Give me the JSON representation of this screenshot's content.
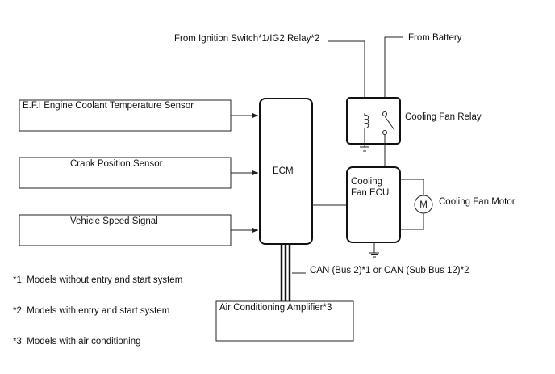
{
  "labels": {
    "ign": "From Ignition Switch*1/IG2 Relay*2",
    "battery": "From Battery",
    "sensor_coolant": "E.F.I Engine Coolant Temperature Sensor",
    "sensor_crank": "Crank Position Sensor",
    "sensor_speed": "Vehicle Speed Signal",
    "ecm": "ECM",
    "relay": "Cooling Fan Relay",
    "fan_ecu_line1": "Cooling",
    "fan_ecu_line2": "Fan ECU",
    "motor": "Cooling Fan Motor",
    "motor_symbol": "M",
    "can": "CAN (Bus 2)*1 or CAN (Sub Bus 12)*2",
    "amplifier": "Air Conditioning Amplifier*3"
  },
  "notes": [
    "*1: Models without entry and start system",
    "*2: Models with entry and start system",
    "*3: Models with air conditioning"
  ]
}
